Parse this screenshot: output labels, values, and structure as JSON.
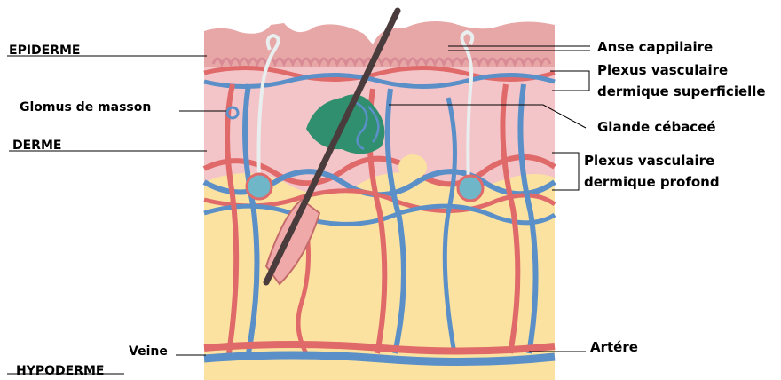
{
  "labels": {
    "left": {
      "epiderme": "EPIDERME",
      "glomus": "Glomus de masson",
      "derme": "DERME",
      "veine": "Veine",
      "hypoderme": "HYPODERME"
    },
    "right": {
      "anse": "Anse cappilaire",
      "plexus_sup_line1": "Plexus vasculaire",
      "plexus_sup_line2": "dermique superficielle",
      "glande": "Glande cébaceé",
      "plexus_prof_line1": "Plexus vasculaire",
      "plexus_prof_line2": "dermique profond",
      "artere": "Artére"
    }
  },
  "colors": {
    "epidermis": "#e8a7a7",
    "dermis": "#f3c4c8",
    "hypodermis": "#fbe2a0",
    "artery": "#e06a6a",
    "vein": "#5b8fc8",
    "gland": "#2f8f6e",
    "hair": "#4a3c3c"
  }
}
